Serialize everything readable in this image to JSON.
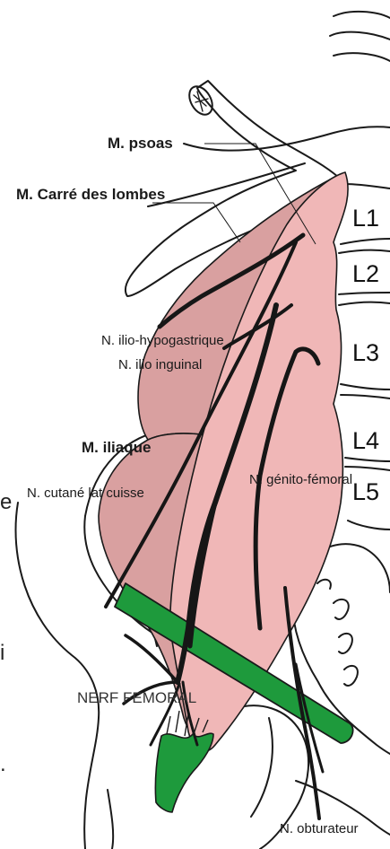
{
  "labels": {
    "psoas": "M. psoas",
    "carre": "M. Carré des lombes",
    "ilio_hypo": "N. ilio-hypogastrique",
    "ilio_ing": "N. ilio inguinal",
    "iliaque": "M. iliaque",
    "cutane": "N. cutané lat cuisse",
    "genito": "N. génito-fémoral",
    "femoral": "NERF FEMORAL",
    "obturateur": "N. obturateur"
  },
  "vertebrae": [
    "L1",
    "L2",
    "L3",
    "L4",
    "L5"
  ],
  "edge_fragments": [
    "e",
    "i",
    "."
  ],
  "colors": {
    "psoas_muscle": "#f0b7b7",
    "carre_muscle": "#d9a0a0",
    "iliaque_muscle": "#d9a0a0",
    "nerve": "#161616",
    "ligament_green": "#1e9a3c",
    "outline": "#1a1a1a"
  }
}
